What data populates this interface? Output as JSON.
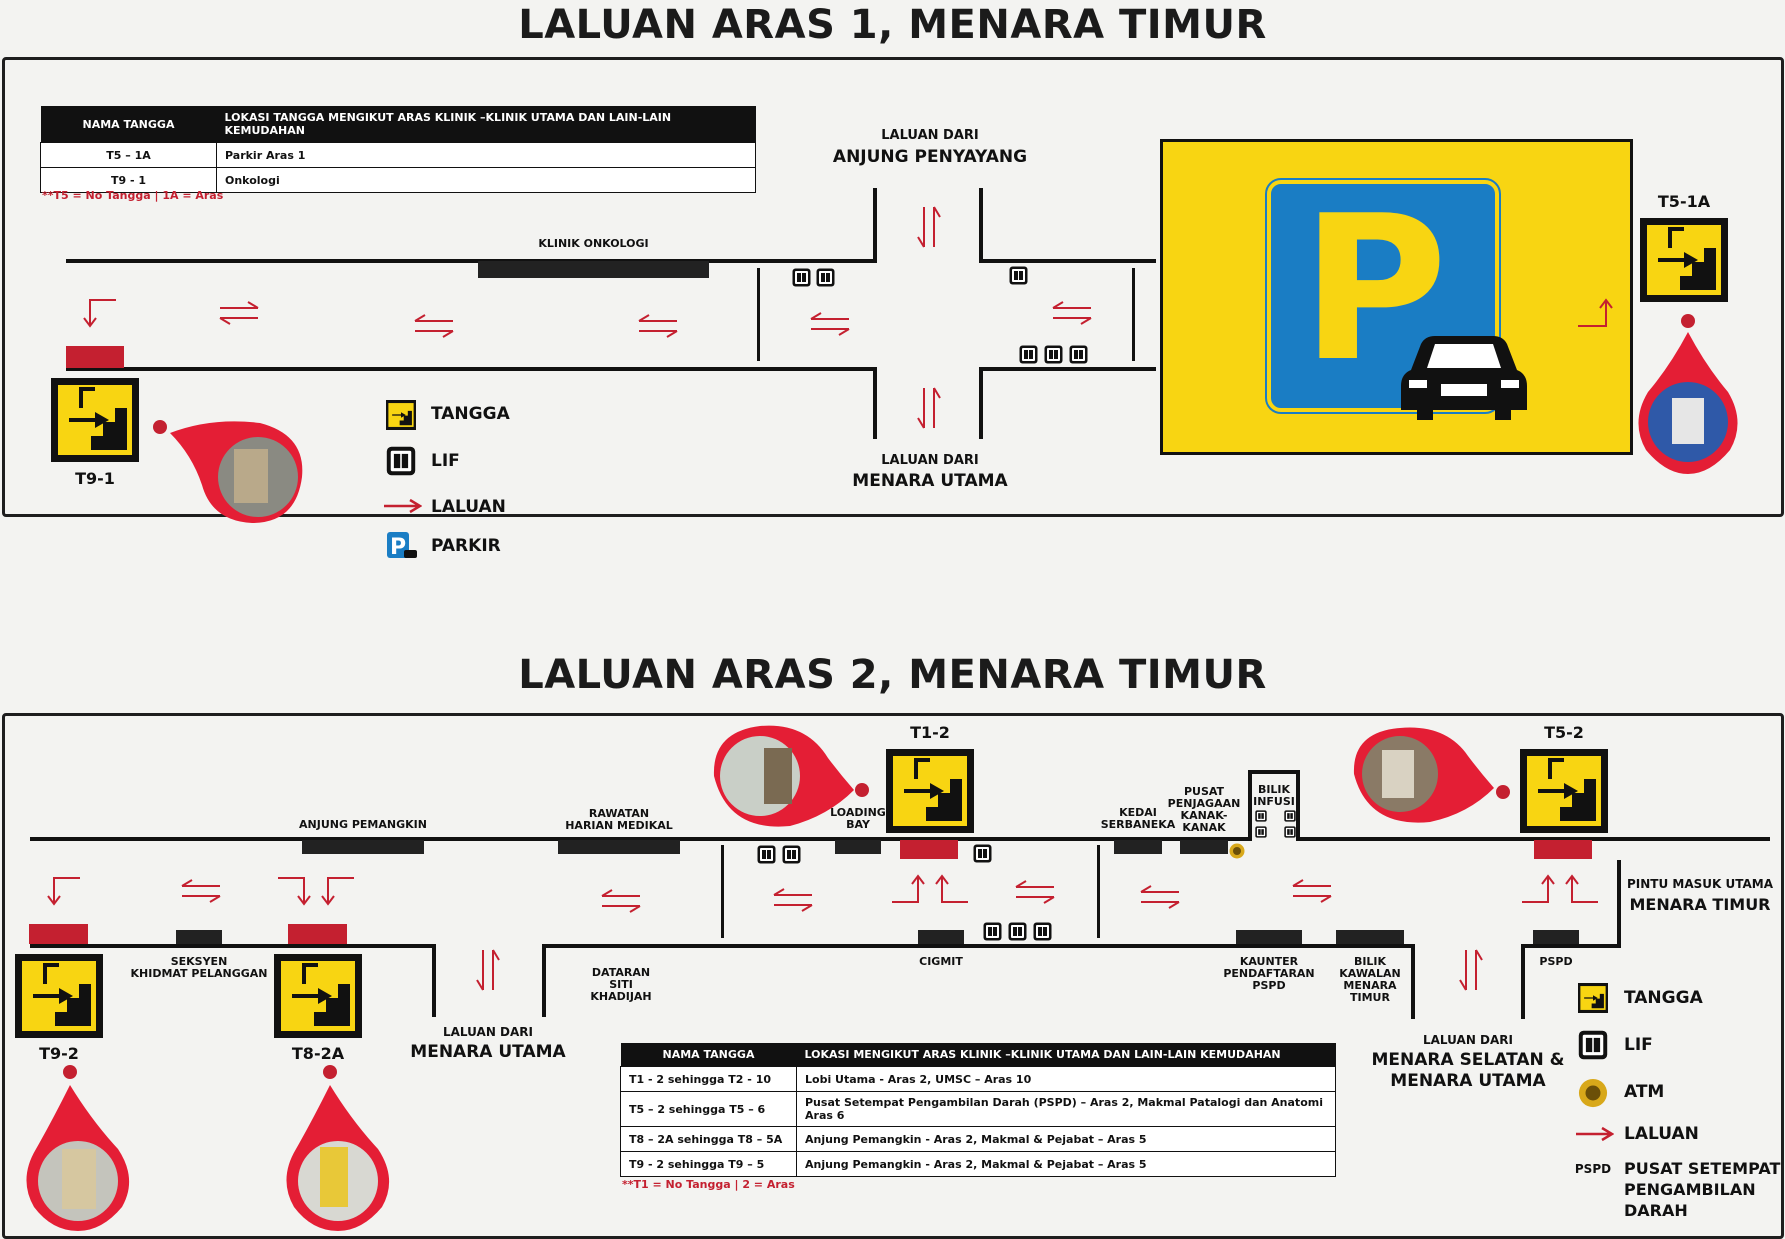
{
  "colors": {
    "accent_red": "#c42030",
    "stair_yellow": "#f8d512",
    "parking_blue": "#1a7dc4",
    "wall": "#111111"
  },
  "level1": {
    "title": "LALUAN ARAS 1, MENARA TIMUR",
    "table": {
      "headers": [
        "NAMA TANGGA",
        "LOKASI TANGGA MENGIKUT ARAS KLINIK –KLINIK UTAMA DAN LAIN-LAIN KEMUDAHAN"
      ],
      "rows": [
        [
          "T5 – 1A",
          "Parkir Aras 1"
        ],
        [
          "T9 - 1",
          "Onkologi"
        ]
      ],
      "note": "**T5 = No Tangga  |  1A = Aras"
    },
    "labels": {
      "klinik_onkologi": "KLINIK ONKOLOGI",
      "from_top_small": "LALUAN DARI",
      "from_top_big": "ANJUNG PENYAYANG",
      "from_bottom_small": "LALUAN DARI",
      "from_bottom_big": "MENARA UTAMA",
      "t9_1": "T9-1",
      "t5_1a": "T5-1A"
    },
    "legend": {
      "stair": "TANGGA",
      "lift": "LIF",
      "route": "LALUAN",
      "parking": "PARKIR"
    },
    "parking_letter": "P"
  },
  "level2": {
    "title": "LALUAN ARAS 2, MENARA TIMUR",
    "labels": {
      "anjung_pemangkin": "ANJUNG PEMANGKIN",
      "rawatan": "RAWATAN\nHARIAN MEDIKAL",
      "loading_bay": "LOADING\nBAY",
      "kedai": "KEDAI\nSERBANEKA",
      "pusat_penjagaan": "PUSAT\nPENJAGAAN\nKANAK-\nKANAK",
      "bilik_infusi": "BILIK\nINFUSI",
      "pintu_small": "PINTU MASUK UTAMA",
      "pintu_big": "MENARA TIMUR",
      "seksyen": "SEKSYEN\nKHIDMAT PELANGGAN",
      "dataran": "DATARAN\nSITI\nKHADIJAH",
      "cigmit": "CIGMIT",
      "kaunter": "KAUNTER\nPENDAFTARAN\nPSPD",
      "bilik_kawalan": "BILIK\nKAWALAN\nMENARA\nTIMUR",
      "pspd": "PSPD",
      "from_mu_small": "LALUAN DARI",
      "from_mu_big": "MENARA UTAMA",
      "from_ms_small": "LALUAN DARI",
      "from_ms_big": "MENARA SELATAN &\nMENARA UTAMA",
      "t1_2": "T1-2",
      "t5_2": "T5-2",
      "t9_2": "T9-2",
      "t8_2a": "T8-2A"
    },
    "table": {
      "headers": [
        "NAMA TANGGA",
        "LOKASI MENGIKUT ARAS KLINIK –KLINIK UTAMA DAN LAIN-LAIN KEMUDAHAN"
      ],
      "rows": [
        [
          "T1 - 2 sehingga T2 - 10",
          "Lobi Utama - Aras 2, UMSC – Aras 10"
        ],
        [
          "T5 – 2 sehingga T5 – 6",
          "Pusat Setempat Pengambilan Darah (PSPD) – Aras 2, Makmal Patalogi dan Anatomi Aras 6"
        ],
        [
          "T8 – 2A sehingga T8 – 5A",
          "Anjung Pemangkin - Aras 2, Makmal & Pejabat – Aras 5"
        ],
        [
          "T9 - 2 sehingga T9 – 5",
          "Anjung Pemangkin - Aras 2, Makmal & Pejabat – Aras 5"
        ]
      ],
      "note": "**T1 = No Tangga  |  2 = Aras"
    },
    "legend": {
      "stair": "TANGGA",
      "lift": "LIF",
      "atm": "ATM",
      "route": "LALUAN",
      "pspd_abbr": "PSPD",
      "pspd_full": "PUSAT SETEMPAT\nPENGAMBILAN\nDARAH"
    }
  }
}
